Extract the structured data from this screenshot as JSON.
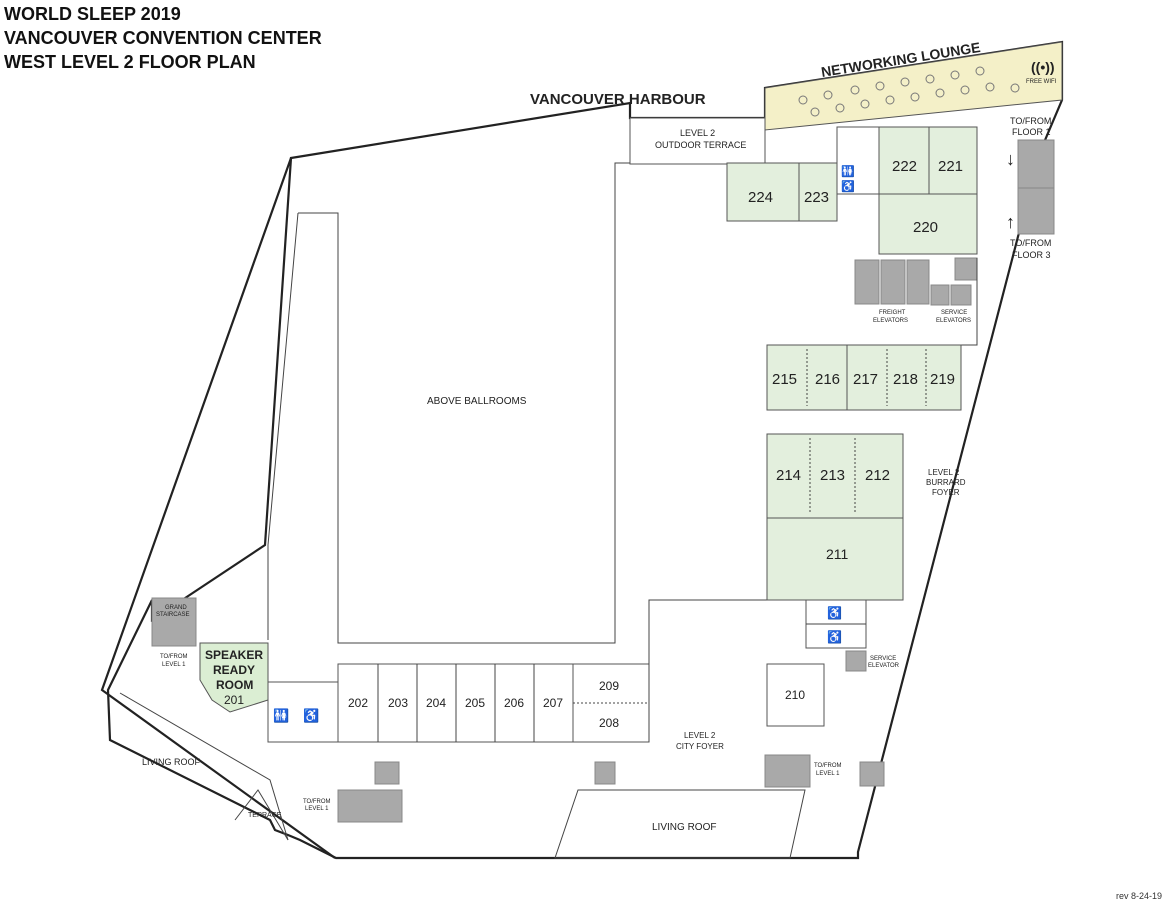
{
  "title": {
    "line1": "WORLD SLEEP 2019",
    "line2": "VANCOUVER CONVENTION CENTER",
    "line3": "WEST LEVEL 2 FLOOR PLAN"
  },
  "landmarks": {
    "harbour": "VANCOUVER HARBOUR",
    "networking_lounge": "NETWORKING LOUNGE",
    "free_wifi": "FREE WIFI",
    "outdoor_terrace_1": "LEVEL 2",
    "outdoor_terrace_2": "OUTDOOR TERRACE",
    "above_ballrooms": "ABOVE BALLROOMS",
    "burrard_foyer_1": "LEVEL 2",
    "burrard_foyer_2": "BURRARD",
    "burrard_foyer_3": "FOYER",
    "city_foyer_1": "LEVEL 2",
    "city_foyer_2": "CITY FOYER",
    "living_roof_left": "LIVING ROOF",
    "living_roof_bottom": "LIVING ROOF",
    "terrace": "TERRACE",
    "grand_staircase_1": "GRAND",
    "grand_staircase_2": "STAIRCASE",
    "freight_elevators_1": "FREIGHT",
    "freight_elevators_2": "ELEVATORS",
    "service_elevators_1": "SERVICE",
    "service_elevators_2": "ELEVATORS",
    "service_elevator_1": "SERVICE",
    "service_elevator_2": "ELEVATOR",
    "to_floor1_1": "TO/FROM",
    "to_floor1_2": "FLOOR 1",
    "to_floor3_1": "TO/FROM",
    "to_floor3_2": "FLOOR 3",
    "to_level1_a1": "TO/FROM",
    "to_level1_a2": "LEVEL 1",
    "to_level1_b1": "TO/FROM",
    "to_level1_b2": "LEVEL 1",
    "to_level1_c1": "TO/FROM",
    "to_level1_c2": "LEVEL 1"
  },
  "speaker_room": {
    "line1": "SPEAKER",
    "line2": "READY",
    "line3": "ROOM",
    "number": "201"
  },
  "rooms": {
    "r202": "202",
    "r203": "203",
    "r204": "204",
    "r205": "205",
    "r206": "206",
    "r207": "207",
    "r208": "208",
    "r209": "209",
    "r210": "210",
    "r211": "211",
    "r212": "212",
    "r213": "213",
    "r214": "214",
    "r215": "215",
    "r216": "216",
    "r217": "217",
    "r218": "218",
    "r219": "219",
    "r220": "220",
    "r221": "221",
    "r222": "222",
    "r223": "223",
    "r224": "224"
  },
  "revision": "rev 8-24-19",
  "icons": [
    "restroom-icon",
    "accessible-icon",
    "wifi-icon",
    "stairs-icon",
    "elevator-icon",
    "arrow-icon"
  ],
  "colors": {
    "room_fill": "#e3efdd",
    "speaker_room_fill": "#dbeed3",
    "lounge_fill": "#f4f0c8",
    "service_gray": "#a9a9a9"
  }
}
